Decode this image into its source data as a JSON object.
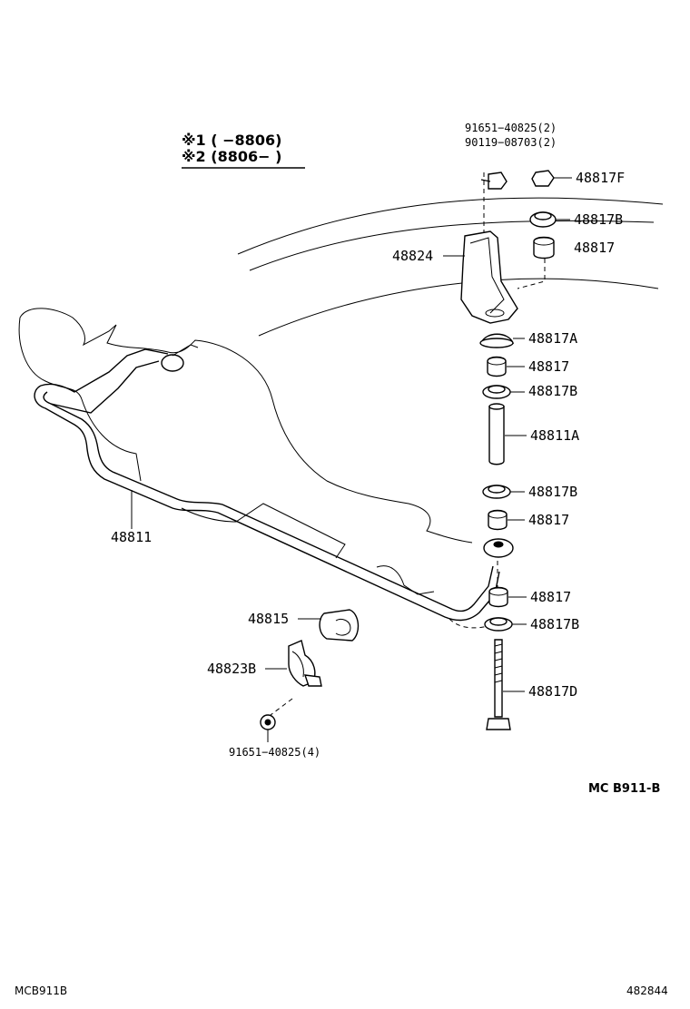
{
  "legend": {
    "row1": "※1 (      −8806)",
    "row2": "※2 (8806−       )"
  },
  "top_bolt_labels": {
    "line1": "91651−40825(2)",
    "line2": "90119−08703(2)"
  },
  "parts": {
    "p48817F": "48817F",
    "p48817B_top": "48817B",
    "p48817_top": "48817",
    "p48824": "48824",
    "p48817A": "48817A",
    "p48817_mid1": "48817",
    "p48817B_mid1": "48817B",
    "p48811A": "48811A",
    "p48817B_mid2": "48817B",
    "p48817_mid2": "48817",
    "p48811": "48811",
    "p48817_low": "48817",
    "p48815": "48815",
    "p48817B_low": "48817B",
    "p48823B": "48823B",
    "p48817D": "48817D",
    "bottom_bolt": "91651−40825(4)"
  },
  "diagram_ref": "MC  B911-B",
  "footer": {
    "left": "MCB911B",
    "right": "482844"
  }
}
